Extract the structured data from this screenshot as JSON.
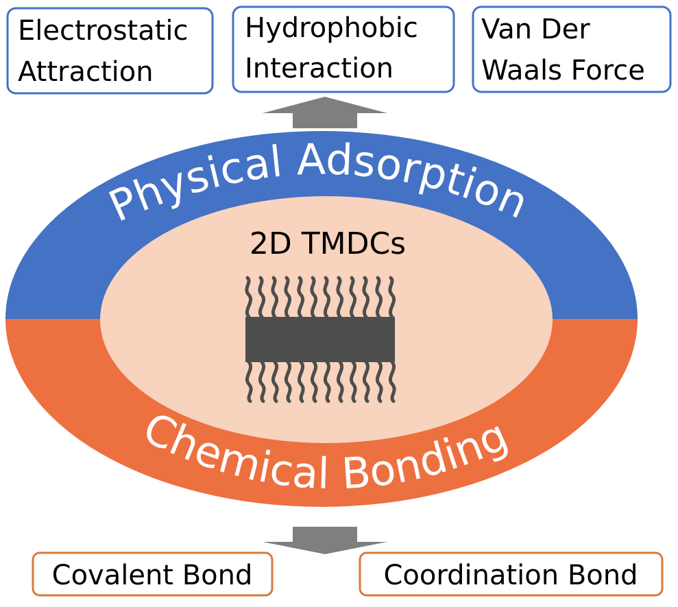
{
  "top_boxes": [
    {
      "line1": "Electrostatic",
      "line2": "Attraction"
    },
    {
      "line1": "Hydrophobic",
      "line2": "Interaction"
    },
    {
      "line1": "Van Der",
      "line2": "Waals Force"
    }
  ],
  "bottom_boxes": [
    {
      "label": "Covalent Bond"
    },
    {
      "label": "Coordination Bond"
    }
  ],
  "ellipse": {
    "upper_label": "Physical Adsorption",
    "lower_label": "Chemical Bonding",
    "center_label": "2D TMDCs"
  },
  "colors": {
    "physical": "#4472c4",
    "chemical": "#ed7040",
    "core": "#f8d3bd",
    "top_box_border": "#4472c4",
    "bottom_box_border": "#d9783a",
    "arrow": "#7f7f7f",
    "material": "#4d4d4d"
  }
}
